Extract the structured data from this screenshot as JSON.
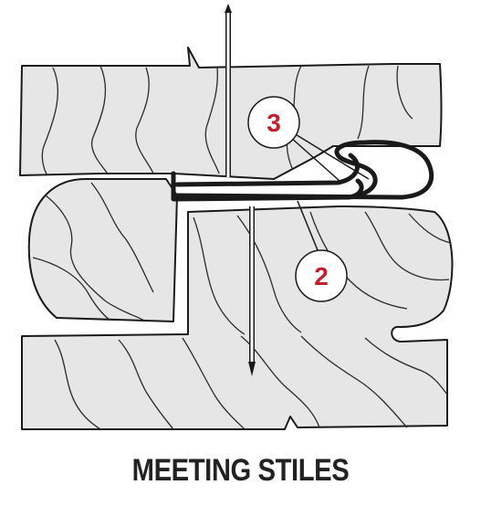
{
  "caption": "MEETING STILES",
  "callouts": [
    {
      "id": "3",
      "label": "3"
    },
    {
      "id": "2",
      "label": "2"
    }
  ],
  "colors": {
    "wood_fill": "#e6e6e6",
    "outline": "#1a1a1a",
    "grain": "#2a2a2a",
    "weatherstrip": "#1a1a1a",
    "callout_number": "#c0202d",
    "callout_fill": "#ffffff",
    "caption": "#222222"
  },
  "icons": {
    "fastener": "nail-icon",
    "seal": "v-strip-weatherstrip-icon"
  }
}
